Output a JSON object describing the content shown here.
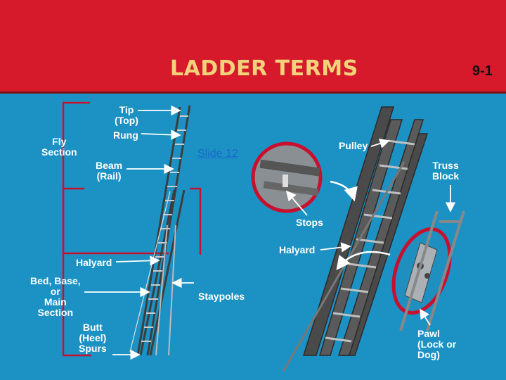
{
  "title": "LADDER TERMS",
  "page_number": "9-1",
  "link_text": "Slide 12",
  "colors": {
    "header_red": "#d61a2c",
    "background_blue": "#1c92c4",
    "title_gold": "#f2d27a",
    "callout_circle": "#c8102e",
    "label_white": "#ffffff"
  },
  "labels": {
    "tip": "Tip\n(Top)",
    "rung": "Rung",
    "fly_section": "Fly\nSection",
    "beam": "Beam\n(Rail)",
    "halyard_left": "Halyard",
    "bed_base": "Bed, Base,\nor\nMain\nSection",
    "staypoles": "Staypoles",
    "butt": "Butt\n(Heel)\nSpurs",
    "pulley": "Pulley",
    "truss_block": "Truss\nBlock",
    "stops": "Stops",
    "halyard_right": "Halyard",
    "pawl": "Pawl\n(Lock or\nDog)"
  }
}
